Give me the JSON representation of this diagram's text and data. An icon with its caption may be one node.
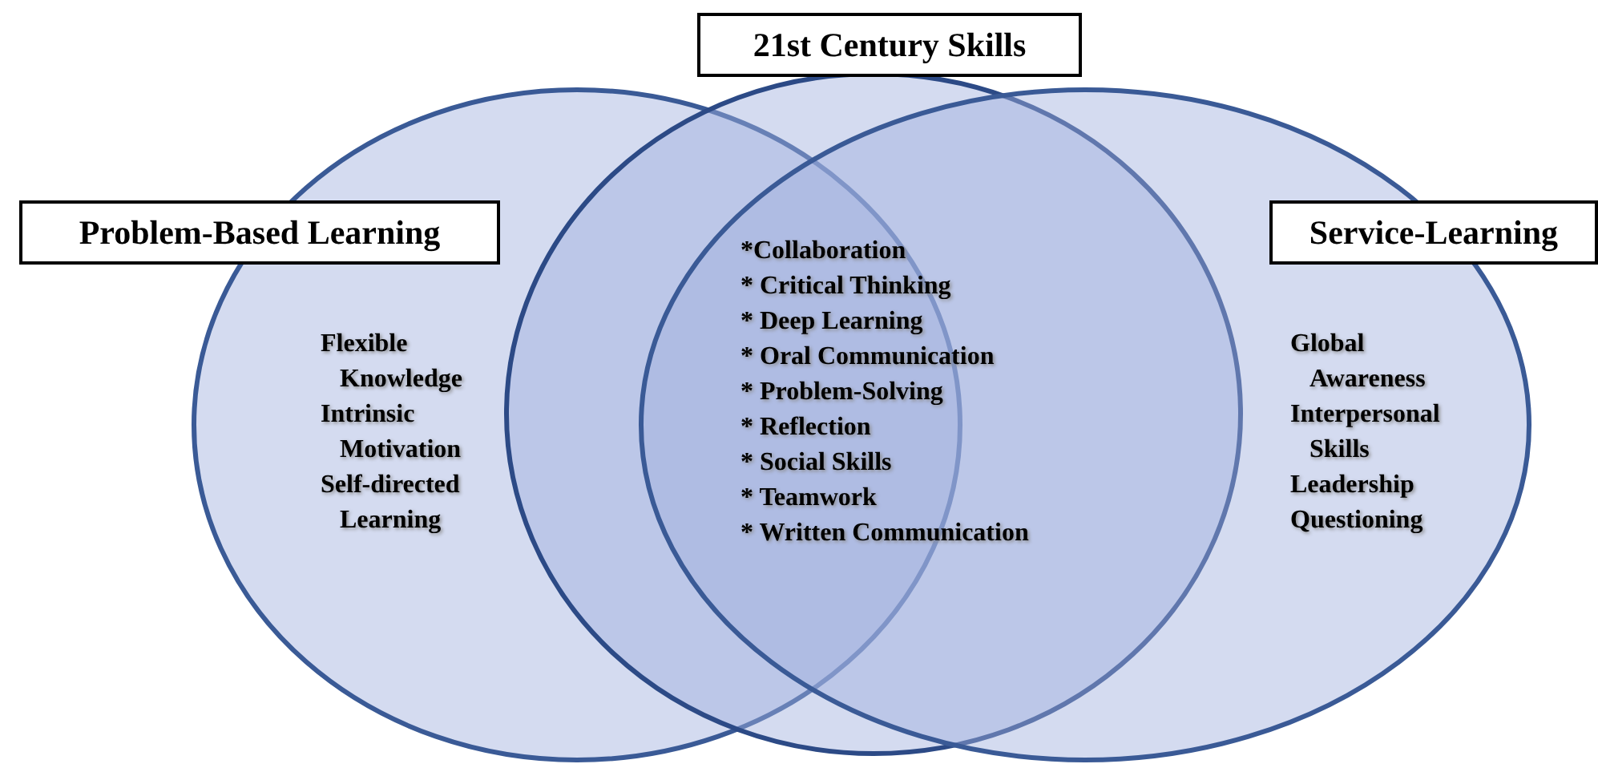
{
  "diagram": {
    "nodes": [
      {
        "text": [
          "Problem-Based Learning",
          "Flexible Knowledge",
          "Intrinsic Motivation",
          "Self-directed Learning"
        ]
      },
      {
        "text": [
          "21st Century Skills"
        ]
      },
      {
        "text": [
          "Service-Learning",
          "Global Awareness",
          "Interpersonal Skills",
          "Leadership",
          "Questioning"
        ]
      }
    ],
    "edges": [],
    "labels": [
      "*Collaboration",
      "* Critical Thinking",
      "* Deep Learning",
      "* Oral Communication",
      "* Problem-Solving",
      "* Reflection",
      "* Social Skills",
      "* Teamwork",
      "* Written Communication"
    ]
  }
}
